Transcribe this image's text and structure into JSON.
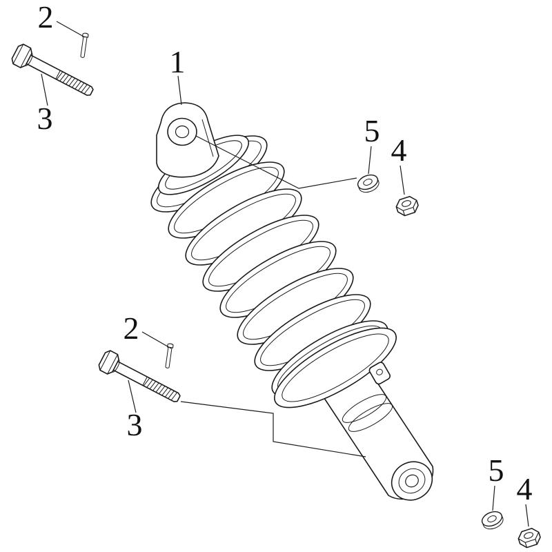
{
  "diagram": {
    "kind": "exploded-parts-diagram",
    "subject": "rear-shock-absorber-assembly"
  },
  "colors": {
    "background": "#ffffff",
    "line": "#1a1a1a"
  },
  "callouts": {
    "shock": {
      "label": "1"
    },
    "pin_top": {
      "label": "2"
    },
    "bolt_top": {
      "label": "3"
    },
    "nut_top": {
      "label": "4"
    },
    "washer_top": {
      "label": "5"
    },
    "pin_mid": {
      "label": "2"
    },
    "bolt_mid": {
      "label": "3"
    },
    "nut_bottom": {
      "label": "4"
    },
    "washer_bottom": {
      "label": "5"
    }
  }
}
